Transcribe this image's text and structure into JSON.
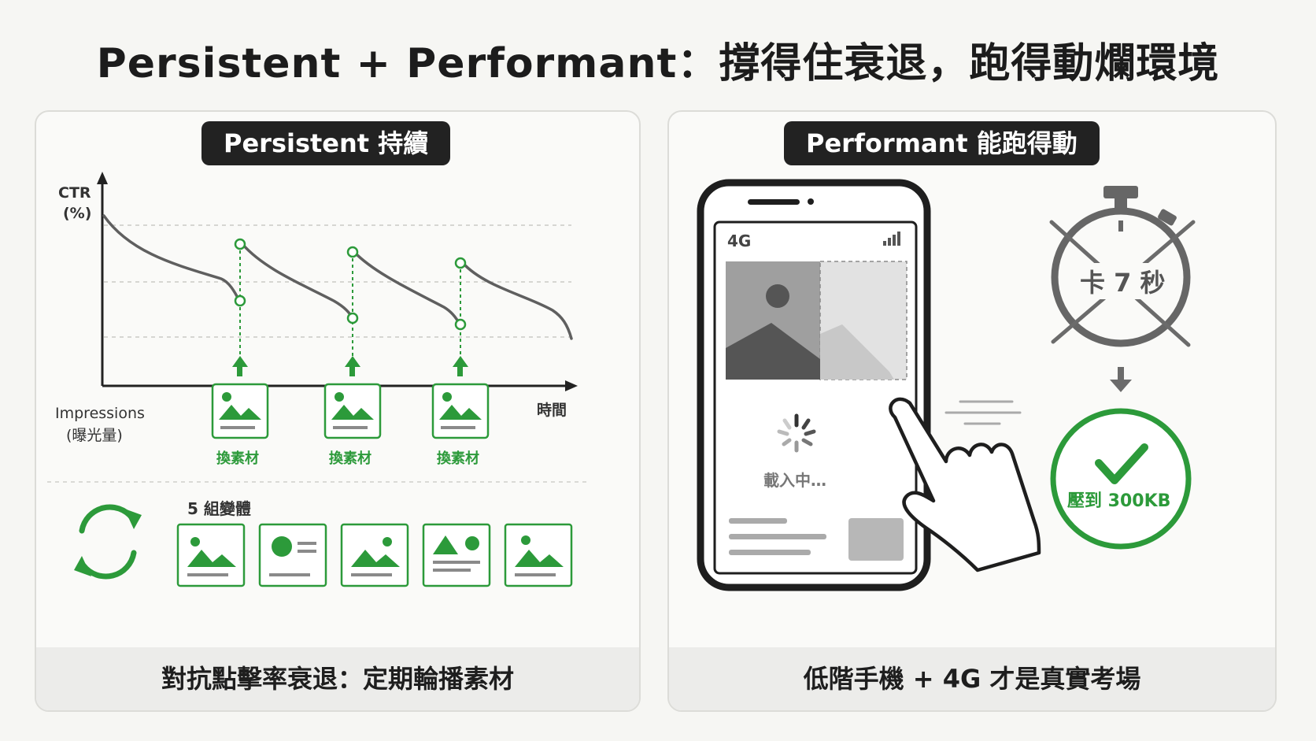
{
  "title": "Persistent + Performant：撐得住衰退，跑得動爛環境",
  "left_panel": {
    "header": "Persistent 持續",
    "y_axis_label_line1": "CTR",
    "y_axis_label_line2": "(%)",
    "x_axis_label": "時間",
    "impressions_line1": "Impressions",
    "impressions_line2": "(曝光量)",
    "swap_labels": [
      "換素材",
      "換素材",
      "換素材"
    ],
    "variants_label": "5 組變體",
    "footer": "對抗點擊率衰退：定期輪播素材"
  },
  "right_panel": {
    "header": "Performant 能跑得動",
    "network": "4G",
    "loading_text": "載入中…",
    "stopwatch_text": "卡 7 秒",
    "check_text": "壓到 300KB",
    "footer": "低階手機 + 4G 才是真實考場"
  },
  "colors": {
    "accent_green": "#2c9a3a",
    "dark": "#222222",
    "grey": "#6b6b6b"
  },
  "icons": [
    "refresh-icon",
    "image-icon",
    "stopwatch-icon",
    "check-icon",
    "hand-icon",
    "signal-icon",
    "spinner-icon",
    "arrow-up-icon",
    "arrow-down-icon"
  ]
}
